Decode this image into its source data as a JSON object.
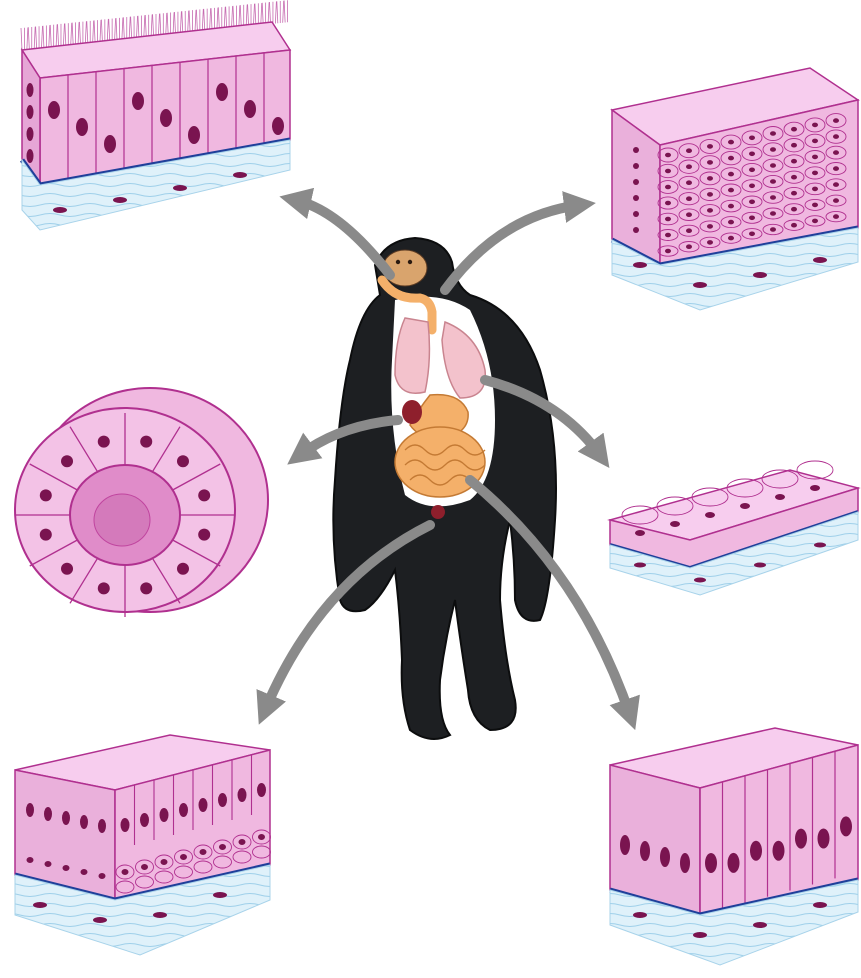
{
  "figure": {
    "title": "",
    "labels": [],
    "center_image": "chimpanzee-with-visible-organs",
    "organs": [
      "trachea",
      "lungs",
      "stomach",
      "kidney",
      "intestines",
      "bladder"
    ],
    "tissue_blocks": [
      {
        "id": "top-left",
        "kind": "ciliated-pseudostratified-columnar-epithelium"
      },
      {
        "id": "top-right",
        "kind": "stratified-squamous-epithelium"
      },
      {
        "id": "mid-left",
        "kind": "simple-cuboidal-epithelium-tube"
      },
      {
        "id": "mid-right",
        "kind": "simple-squamous-epithelium"
      },
      {
        "id": "bottom-left",
        "kind": "stratified-columnar-epithelium"
      },
      {
        "id": "bottom-right",
        "kind": "simple-columnar-epithelium"
      }
    ],
    "colors": {
      "cell": "#f0b8e0",
      "cell_top": "#f7cdee",
      "cell_border": "#b0308f",
      "nucleus": "#7a1450",
      "basement": "#1f3f9a",
      "connective": "#d8eef8",
      "arrow": "#8a8a8a",
      "fur": "#1d1f22",
      "organ_orange": "#f4b06a",
      "organ_pink": "#f3c2cc",
      "kidney": "#8e1f2c"
    }
  }
}
